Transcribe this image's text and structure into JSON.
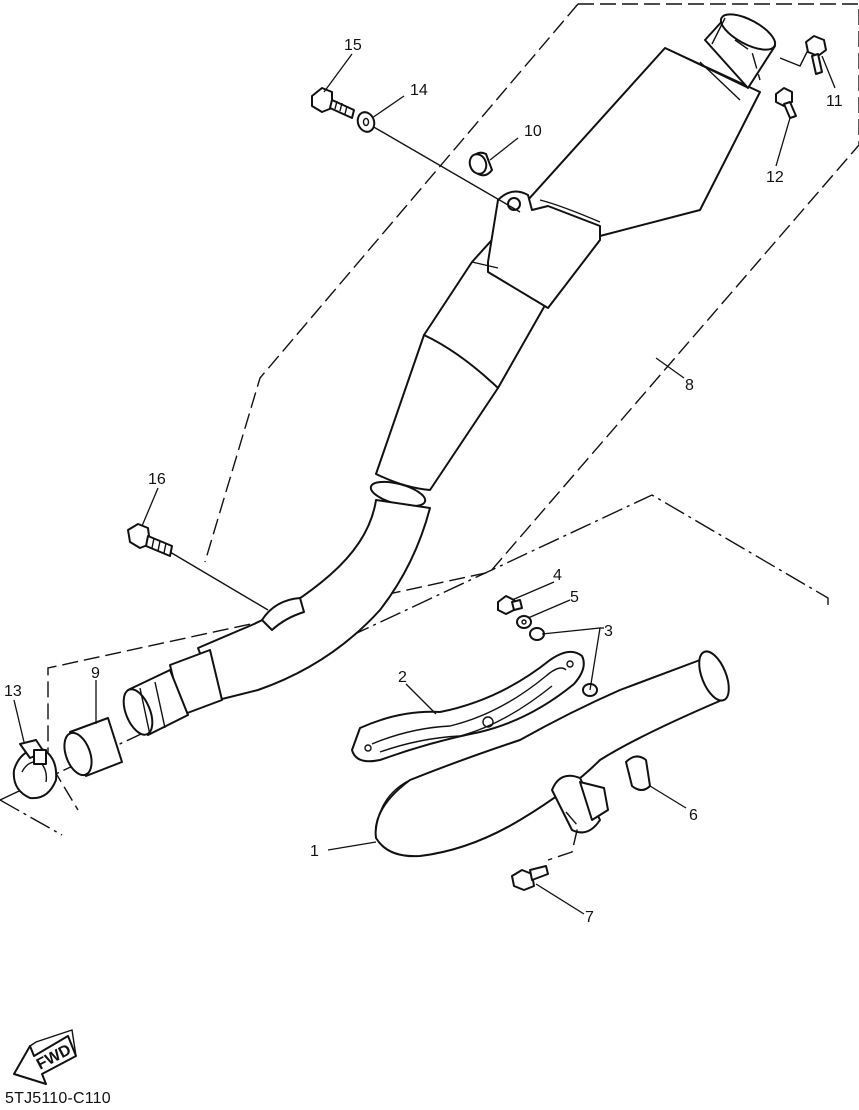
{
  "diagram": {
    "callouts": [
      {
        "id": "callout-1",
        "label": "1"
      },
      {
        "id": "callout-2",
        "label": "2"
      },
      {
        "id": "callout-3",
        "label": "3"
      },
      {
        "id": "callout-4",
        "label": "4"
      },
      {
        "id": "callout-5",
        "label": "5"
      },
      {
        "id": "callout-6",
        "label": "6"
      },
      {
        "id": "callout-7",
        "label": "7"
      },
      {
        "id": "callout-8",
        "label": "8"
      },
      {
        "id": "callout-9",
        "label": "9"
      },
      {
        "id": "callout-10",
        "label": "10"
      },
      {
        "id": "callout-11",
        "label": "11"
      },
      {
        "id": "callout-12",
        "label": "12"
      },
      {
        "id": "callout-13",
        "label": "13"
      },
      {
        "id": "callout-14",
        "label": "14"
      },
      {
        "id": "callout-15",
        "label": "15"
      },
      {
        "id": "callout-16",
        "label": "16"
      }
    ],
    "fwd_label": "FWD",
    "drawing_code": "5TJ5110-C110"
  }
}
